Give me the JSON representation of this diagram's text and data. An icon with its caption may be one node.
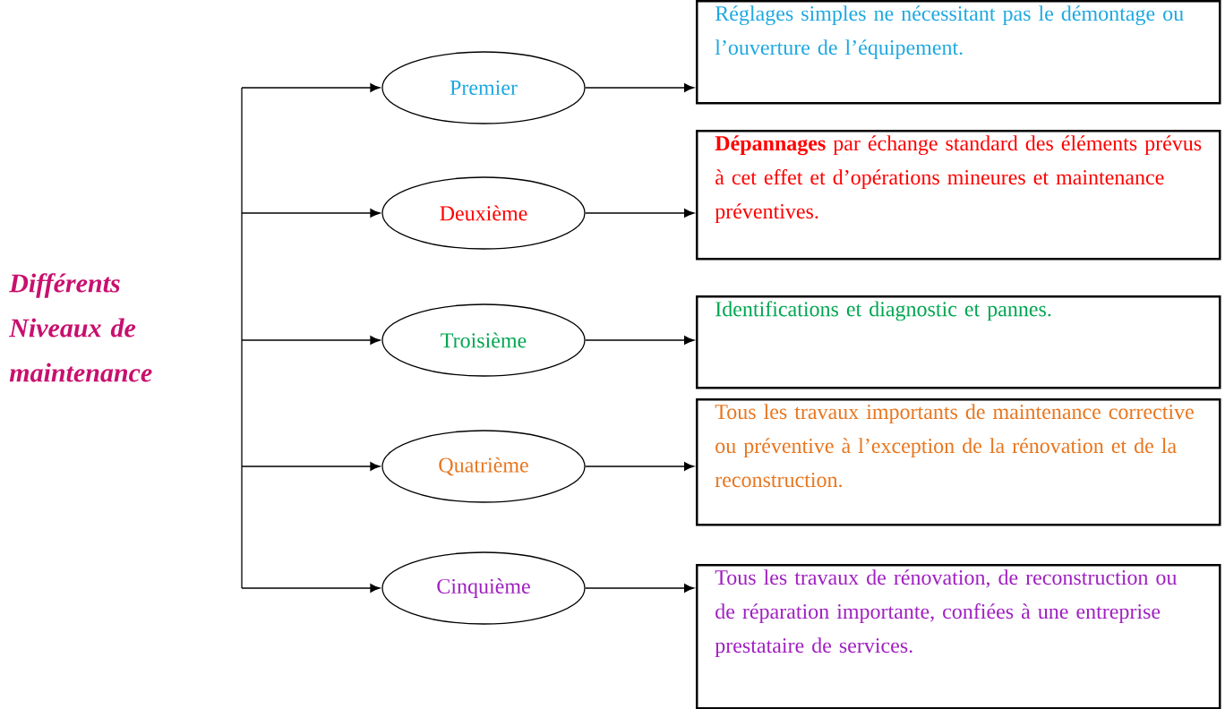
{
  "diagram": {
    "title": "Différents Niveaux de maintenance",
    "nodes": [
      {
        "text": [
          "Premier"
        ]
      },
      {
        "text": [
          "Réglages simples ne nécessitant pas le démontage ou l’ouverture de l’équipement."
        ]
      },
      {
        "text": [
          "Deuxième"
        ]
      },
      {
        "text": [
          "**Dépannages** par échange standard des éléments prévus à cet effet et d’opérations mineures et maintenance préventives."
        ]
      },
      {
        "text": [
          "Troisième"
        ]
      },
      {
        "text": [
          "Identifications et diagnostic et pannes."
        ]
      },
      {
        "text": [
          "Quatrième"
        ]
      },
      {
        "text": [
          "Tous les travaux importants de maintenance corrective ou préventive à l’exception de la rénovation et de la reconstruction."
        ]
      },
      {
        "text": [
          "Cinquième"
        ]
      },
      {
        "text": [
          "Tous les travaux de rénovation, de reconstruction ou de réparation importante, confiées à une entreprise prestataire de services."
        ]
      }
    ],
    "edges": [
      {
        "from": null,
        "to": 0,
        "arrow": "to"
      },
      {
        "from": null,
        "to": 2,
        "arrow": "to"
      },
      {
        "from": null,
        "to": 4,
        "arrow": "to"
      },
      {
        "from": null,
        "to": 6,
        "arrow": "to"
      },
      {
        "from": null,
        "to": 8,
        "arrow": "to"
      },
      {
        "from": 0,
        "to": 1,
        "arrow": "to"
      },
      {
        "from": 2,
        "to": 3,
        "arrow": "to"
      },
      {
        "from": 4,
        "to": 5,
        "arrow": "to"
      },
      {
        "from": 6,
        "to": 7,
        "arrow": "to"
      },
      {
        "from": 8,
        "to": 9,
        "arrow": "to"
      }
    ]
  }
}
